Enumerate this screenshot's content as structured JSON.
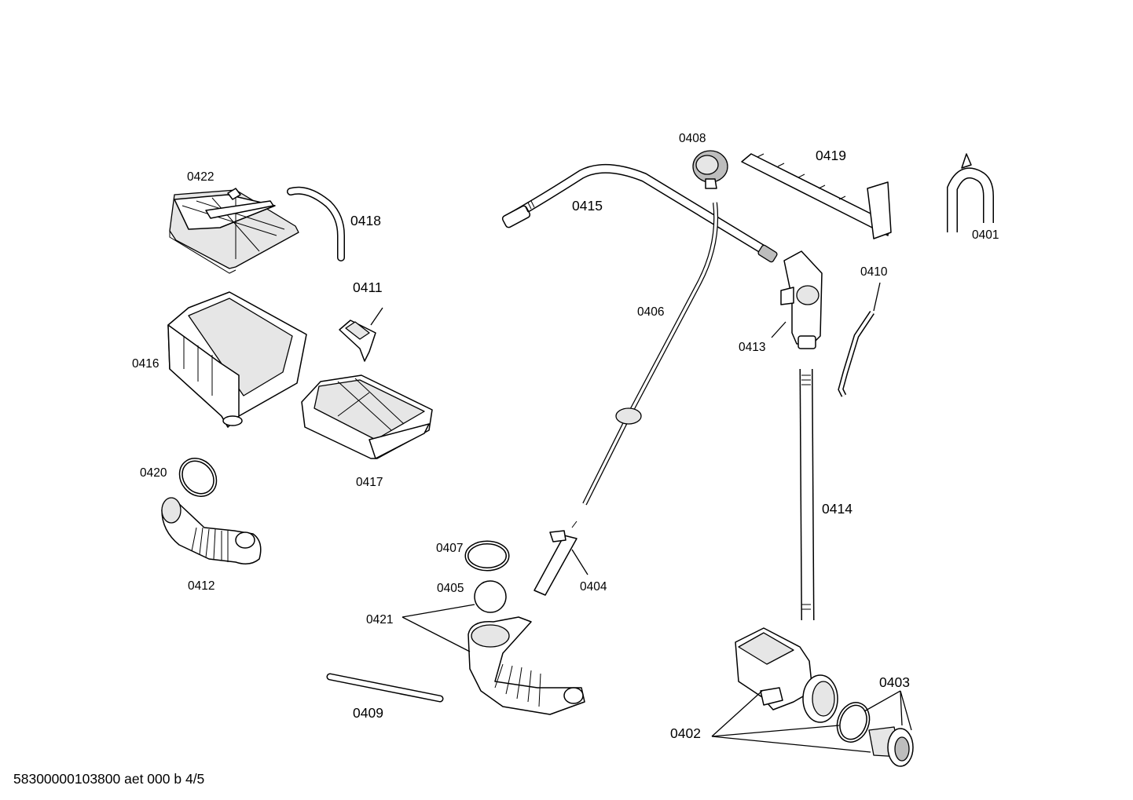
{
  "labels": {
    "p0401": "0401",
    "p0402": "0402",
    "p0403": "0403",
    "p0404": "0404",
    "p0405": "0405",
    "p0406": "0406",
    "p0407": "0407",
    "p0408": "0408",
    "p0409": "0409",
    "p0410": "0410",
    "p0411": "0411",
    "p0412": "0412",
    "p0413": "0413",
    "p0414": "0414",
    "p0415": "0415",
    "p0416": "0416",
    "p0417": "0417",
    "p0418": "0418",
    "p0419": "0419",
    "p0420": "0420",
    "p0421": "0421",
    "p0422": "0422"
  },
  "footer": "58300000103800 aet 000 b 4/5"
}
